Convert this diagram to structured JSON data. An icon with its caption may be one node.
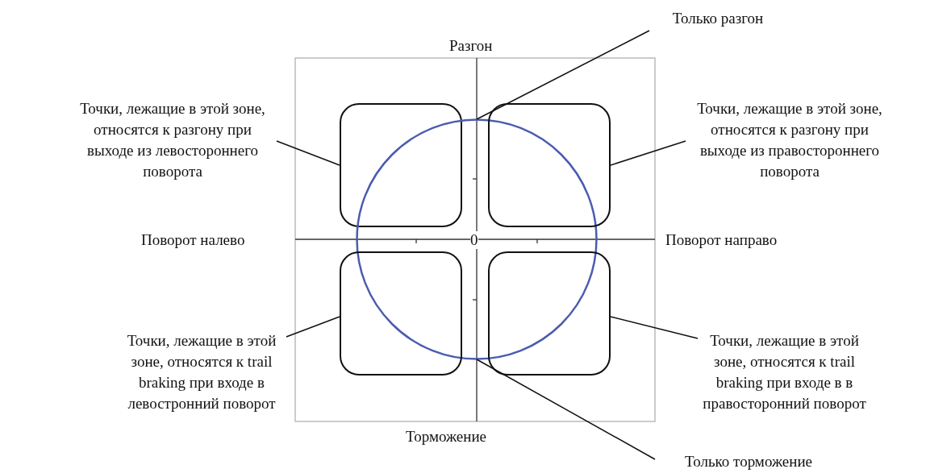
{
  "diagram": {
    "nodes": [
      {
        "text": [
          "Точки, лежащие в этой зоне, относятся к разгону при выходе из левостороннего поворота"
        ]
      },
      {
        "text": [],
        "shape": "box"
      },
      {
        "text": [
          "Только разгон"
        ]
      },
      {
        "text": [],
        "shape": "circle"
      },
      {
        "text": [
          "Точки, лежащие в этой зоне, относятся к разгону при выходе из правостороннего поворота"
        ]
      },
      {
        "text": [],
        "shape": "box"
      },
      {
        "text": [],
        "shape": "box"
      },
      {
        "text": [
          "Точки, лежащие в этой зоне, относятся к trail braking при входе в левостронний поворот"
        ]
      },
      {
        "text": [],
        "shape": "box"
      },
      {
        "text": [
          "Точки, лежащие в этой зоне, относятся к trail braking при входе в в правосторонний поворот"
        ]
      },
      {
        "text": [
          "Только торможение"
        ]
      }
    ],
    "edges": [
      {
        "from": 0,
        "to": 1,
        "arrow": "none"
      },
      {
        "from": 2,
        "to": 3,
        "arrow": "none"
      },
      {
        "from": 4,
        "to": 5,
        "arrow": "none"
      },
      {
        "from": 7,
        "to": 6,
        "arrow": "none"
      },
      {
        "from": 9,
        "to": 8,
        "arrow": "none"
      },
      {
        "from": 10,
        "to": 3,
        "arrow": "none"
      }
    ],
    "labels": [
      "Разгон",
      "Поворот налево",
      "0",
      "Поворот направо",
      "Торможение"
    ]
  }
}
